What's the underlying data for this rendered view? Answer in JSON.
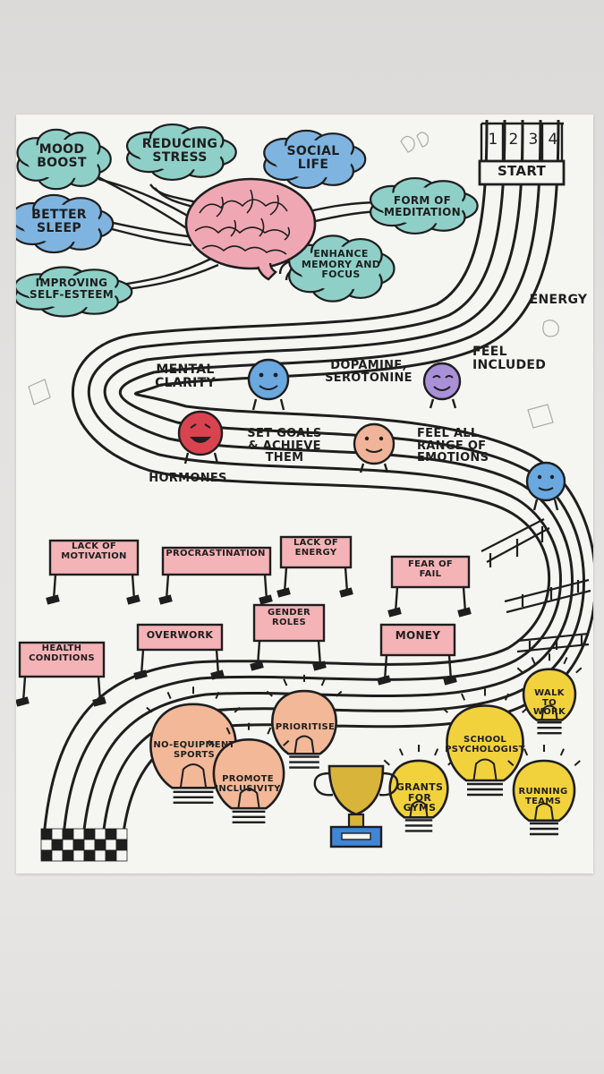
{
  "poster": {
    "start_label": "START",
    "lane_numbers": [
      "1",
      "2",
      "3",
      "4"
    ],
    "track_label": "ENERGY",
    "benefits": [
      {
        "text": "MOOD\nBOOST",
        "color": "#8ed0c8"
      },
      {
        "text": "REDUCING\nSTRESS",
        "color": "#8ed0c8"
      },
      {
        "text": "SOCIAL\nLIFE",
        "color": "#7fb4e0"
      },
      {
        "text": "BETTER\nSLEEP",
        "color": "#7fb4e0"
      },
      {
        "text": "FORM OF\nMEDITATION",
        "color": "#8ed0c8"
      },
      {
        "text": "IMPROVING\nSELF-ESTEEM",
        "color": "#8ed0c8"
      },
      {
        "text": "ENHANCE\nMEMORY AND\nFOCUS",
        "color": "#8ed0c8"
      }
    ],
    "effects": [
      {
        "text": "MENTAL\nCLARITY"
      },
      {
        "text": "DOPAMINE,\nSEROTONINE"
      },
      {
        "text": "FEEL\nINCLUDED"
      },
      {
        "text": "HORMONES"
      },
      {
        "text": "SET GOALS\n& ACHIEVE\nTHEM"
      },
      {
        "text": "FEEL ALL\nRANGE OF\nEMOTIONS"
      }
    ],
    "faces": [
      {
        "color": "#6aa8e0"
      },
      {
        "color": "#a990d8"
      },
      {
        "color": "#d9434f"
      },
      {
        "color": "#f0b49a"
      },
      {
        "color": "#6aa8e0"
      }
    ],
    "barriers": [
      {
        "text": "LACK OF\nMOTIVATION"
      },
      {
        "text": "PROCRASTINATION"
      },
      {
        "text": "LACK OF\nENERGY"
      },
      {
        "text": "FEAR OF\nFAIL"
      },
      {
        "text": "HEALTH\nCONDITIONS"
      },
      {
        "text": "OVERWORK"
      },
      {
        "text": "GENDER\nROLES"
      },
      {
        "text": "MONEY"
      }
    ],
    "solutions": [
      {
        "text": "NO-EQUIPMENT\nSPORTS",
        "color": "#f2b898"
      },
      {
        "text": "PRIORITISE",
        "color": "#f2b898"
      },
      {
        "text": "PROMOTE\nINCLUSIVITY",
        "color": "#f2b898"
      },
      {
        "text": "GRANTS\nFOR\nGYMS",
        "color": "#f2d23c"
      },
      {
        "text": "SCHOOL\nPSYCHOLOGIST",
        "color": "#f2d23c"
      },
      {
        "text": "WALK\nTO\nWORK",
        "color": "#f2d23c"
      },
      {
        "text": "RUNNING\nTEAMS",
        "color": "#f2d23c"
      }
    ],
    "colors": {
      "ink": "#1e1e1e",
      "brain": "#f0a7b4",
      "barrier": "#f4b3b6",
      "trophy": "#d9b43a",
      "trophy_base": "#3f86d6",
      "paper": "#f5f5f2",
      "wall": "#e2e0df"
    }
  }
}
